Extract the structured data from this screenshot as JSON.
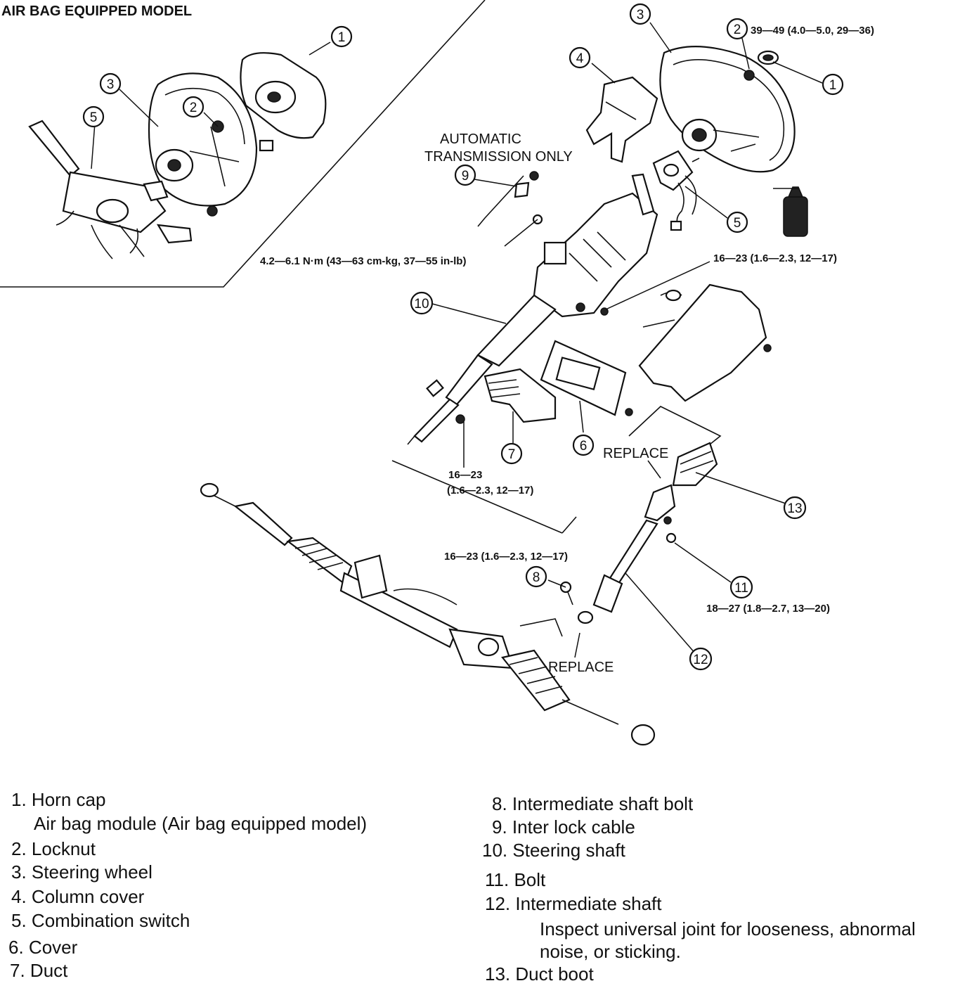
{
  "header": "AIR BAG EQUIPPED MODEL",
  "annotations": {
    "automatic_line1": "AUTOMATIC",
    "automatic_line2": "TRANSMISSION ONLY",
    "torque_locknut": "39—49 (4.0—5.0, 29—36)",
    "torque_cable": "4.2—6.1 N·m (43—63 cm-kg, 37—55 in-lb)",
    "torque_column": "16—23 (1.6—2.3, 12—17)",
    "torque_lower_line1": "16—23",
    "torque_lower_line2": "(1.6—2.3, 12—17)",
    "torque_joint": "16—23 (1.6—2.3, 12—17)",
    "torque_bolt": "18—27 (1.8—2.7, 13—20)",
    "replace_upper": "REPLACE",
    "replace_lower": "REPLACE"
  },
  "callouts": [
    "1",
    "2",
    "3",
    "4",
    "5",
    "6",
    "7",
    "8",
    "9",
    "10",
    "11",
    "12",
    "13"
  ],
  "legend": {
    "left": [
      {
        "num": "1.",
        "text": "Horn cap"
      },
      {
        "num": "",
        "text": "Air bag module (Air bag equipped model)"
      },
      {
        "num": "2.",
        "text": "Locknut"
      },
      {
        "num": "3.",
        "text": "Steering wheel"
      },
      {
        "num": "4.",
        "text": "Column cover"
      },
      {
        "num": "5.",
        "text": "Combination switch"
      },
      {
        "num": "6.",
        "text": "Cover"
      },
      {
        "num": "7.",
        "text": "Duct"
      }
    ],
    "right": [
      {
        "num": "8.",
        "text": "Intermediate shaft bolt"
      },
      {
        "num": "9.",
        "text": "Inter lock cable"
      },
      {
        "num": "10.",
        "text": "Steering shaft"
      },
      {
        "num": "11.",
        "text": "Bolt"
      },
      {
        "num": "12.",
        "text": "Intermediate shaft"
      },
      {
        "num": "",
        "text": "Inspect universal joint for looseness, abnormal"
      },
      {
        "num": "",
        "text": "noise, or sticking."
      },
      {
        "num": "13.",
        "text": "Duct boot"
      }
    ]
  }
}
